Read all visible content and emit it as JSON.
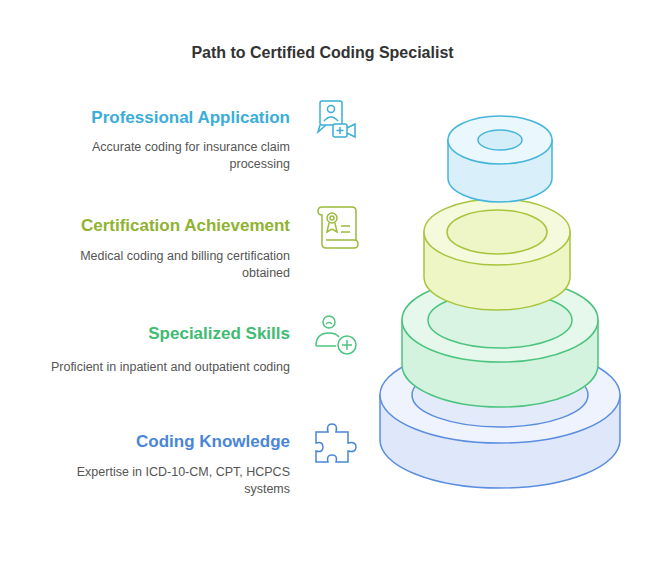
{
  "diagram": {
    "title": "Path to Certified Coding Specialist",
    "labels": [
      "Professional Application",
      "Accurate coding for insurance claim processing",
      "Certification Achievement",
      "Medical coding and billing certification obtained",
      "Specialized Skills",
      "Proficient in inpatient and outpatient coding",
      "Coding Knowledge",
      "Expertise in ICD-10-CM, CPT, HCPCS systems"
    ]
  }
}
